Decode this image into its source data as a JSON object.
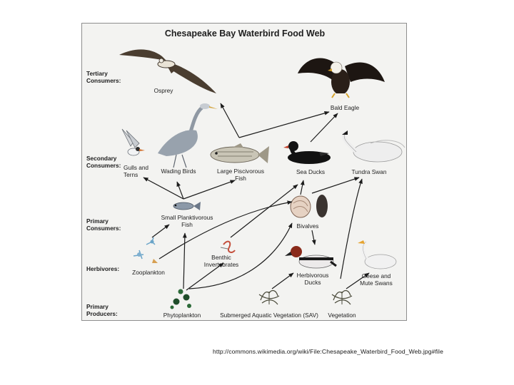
{
  "title": "Chesapeake Bay Waterbird Food Web",
  "levels": {
    "tertiary": [
      "Tertiary",
      "Consumers:"
    ],
    "secondary": [
      "Secondary",
      "Consumers:"
    ],
    "primary": [
      "Primary",
      "Consumers:"
    ],
    "herbivores": [
      "Herbivores:"
    ],
    "producers": [
      "Primary",
      "Producers:"
    ]
  },
  "organisms": {
    "osprey": [
      "Osprey"
    ],
    "bald_eagle": [
      "Bald Eagle"
    ],
    "gulls_terns": [
      "Gulls and",
      "Terns"
    ],
    "wading_birds": [
      "Wading Birds"
    ],
    "large_fish": [
      "Large Piscivorous",
      "Fish"
    ],
    "sea_ducks": [
      "Sea Ducks"
    ],
    "tundra_swan": [
      "Tundra Swan"
    ],
    "small_fish": [
      "Small Planktivorous",
      "Fish"
    ],
    "bivalves": [
      "Bivalves"
    ],
    "zooplankton": [
      "Zooplankton"
    ],
    "benthic": [
      "Benthic",
      "Invertebrates"
    ],
    "herb_ducks": [
      "Herbivorous",
      "Ducks"
    ],
    "geese_swans": [
      "Geese and",
      "Mute Swans"
    ],
    "phytoplankton": [
      "Phytoplankton"
    ],
    "sav": [
      "Submerged Aquatic Vegetation (SAV)"
    ],
    "vegetation": [
      "Vegetation"
    ]
  },
  "source": "http://commons.wikimedia.org/wiki/File:Chesapeake_Waterbird_Food_Web.jpg#file"
}
